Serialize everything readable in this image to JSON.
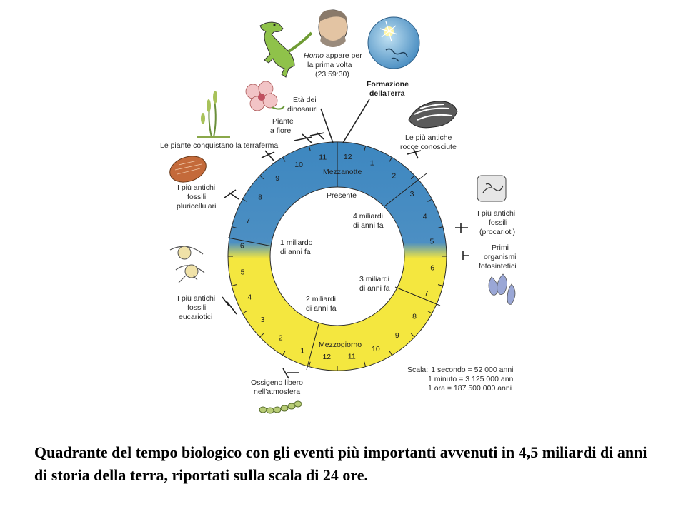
{
  "hour_numbers_top": [
    "12",
    "1",
    "2",
    "3",
    "4",
    "5",
    "6",
    "7",
    "8",
    "9",
    "10",
    "11"
  ],
  "hour_numbers_bottom": [
    "12",
    "1",
    "2",
    "3",
    "4",
    "5",
    "6",
    "7",
    "8",
    "9",
    "10",
    "11"
  ],
  "ring_labels": {
    "midnight": "Mezzanotte",
    "noon": "Mezzogiorno",
    "present": "Presente"
  },
  "inner_labels": {
    "four_billion": [
      "4 miliardi",
      "di anni fa"
    ],
    "three_billion": [
      "3 miliardi",
      "di anni fa"
    ],
    "two_billion": [
      "2 miliardi",
      "di anni fa"
    ],
    "one_billion": [
      "1 miliardo",
      "di anni fa"
    ]
  },
  "events": {
    "homo": [
      "Homo",
      " appare per",
      "la prima volta",
      "(23:59:30)"
    ],
    "earth_formation": [
      "Formazione",
      "dellaTerra"
    ],
    "dinosaurs": [
      "Età dei",
      "dinosauri"
    ],
    "flowering_plants": [
      "Piante",
      "a fiore"
    ],
    "land_plants": [
      "Le piante conquistano la terraferma"
    ],
    "oldest_rocks": [
      "Le più antiche",
      "rocce conosciute"
    ],
    "multicellular": [
      "I più antichi",
      "fossili",
      "pluricellulari"
    ],
    "prokaryotes": [
      "I più antichi",
      "fossili",
      "(procarioti)"
    ],
    "photosynthetic": [
      "Primi",
      "organismi",
      "fotosintetici"
    ],
    "eukaryotes": [
      "I più antichi",
      "fossili",
      "eucariotici"
    ],
    "free_oxygen": [
      "Ossigeno libero",
      "nell'atmosfera"
    ]
  },
  "scale": {
    "label": "Scala:",
    "lines": [
      "1 secondo = 52 000 anni",
      "1 minuto = 3 125 000 anni",
      "1 ora = 187 500 000 anni"
    ]
  },
  "caption": "Quadrante del tempo biologico con gli eventi più importanti avvenuti in 4,5 miliardi di anni di storia della terra, riportati sulla scala di 24 ore.",
  "colors": {
    "night": "#3d87c0",
    "day": "#f4e73f",
    "ring_edge": "#2b2b2b"
  }
}
